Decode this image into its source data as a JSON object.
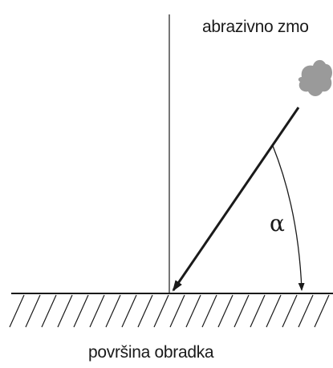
{
  "diagram": {
    "particle_label": "abrazivno zmo",
    "angle_symbol": "α",
    "surface_label": "površina obradka"
  },
  "colors": {
    "ink": "#1a1a1a",
    "particle": "#9a9a9a",
    "background": "#ffffff"
  }
}
